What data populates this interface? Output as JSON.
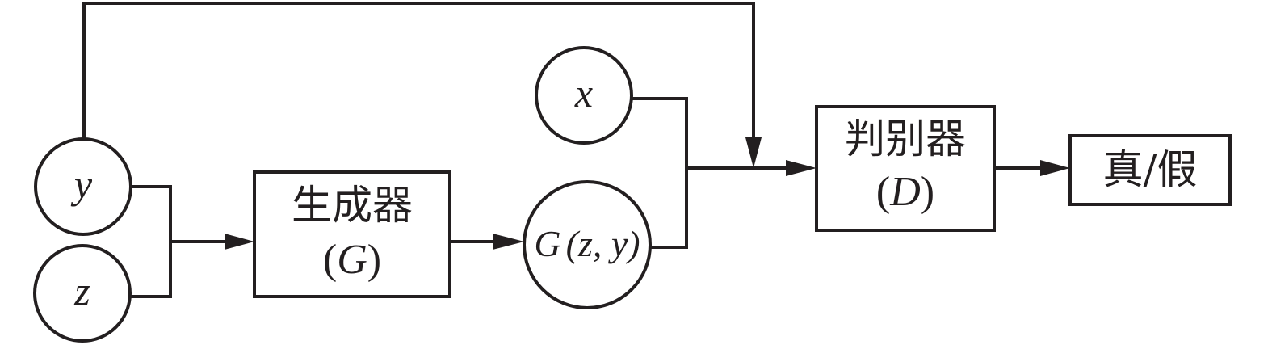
{
  "diagram": {
    "title": "Conditional GAN architecture",
    "nodes": {
      "y": {
        "label": "y",
        "shape": "circle"
      },
      "z": {
        "label": "z",
        "shape": "circle"
      },
      "x": {
        "label": "x",
        "shape": "circle"
      },
      "generator": {
        "label": "生成器",
        "symbol": "G",
        "shape": "box"
      },
      "generated": {
        "label_fn": "G",
        "label_args": "(z, y)",
        "shape": "circle"
      },
      "discriminator": {
        "label": "判别器",
        "symbol": "D",
        "shape": "box"
      },
      "output": {
        "label": "真/假",
        "shape": "box"
      }
    },
    "edges": [
      {
        "from": "y",
        "to": "generator"
      },
      {
        "from": "z",
        "to": "generator"
      },
      {
        "from": "generator",
        "to": "generated"
      },
      {
        "from": "x",
        "to": "discriminator"
      },
      {
        "from": "generated",
        "to": "discriminator"
      },
      {
        "from": "y",
        "to": "discriminator"
      },
      {
        "from": "discriminator",
        "to": "output"
      }
    ],
    "colors": {
      "line": "#231f20",
      "background": "#ffffff"
    }
  }
}
